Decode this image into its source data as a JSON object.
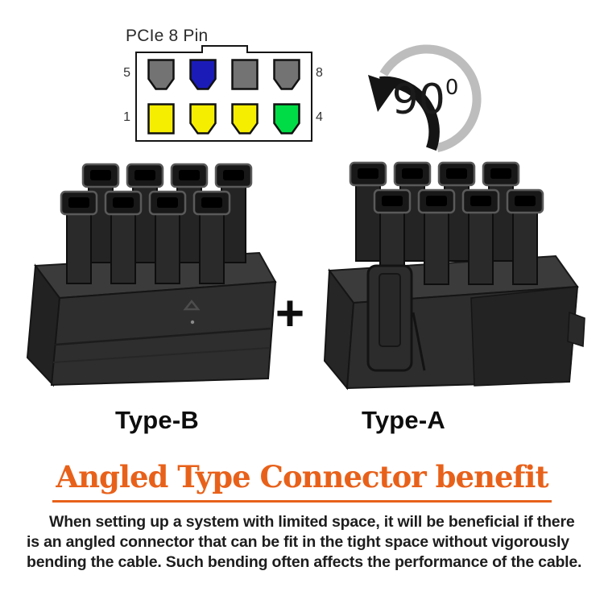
{
  "pin_diagram": {
    "title": "PCIe 8 Pin",
    "rows": [
      {
        "left_label": "5",
        "right_label": "8",
        "pins": [
          {
            "color": "#737373",
            "shape": "chamfer"
          },
          {
            "color": "#1b1cb8",
            "shape": "chamfer"
          },
          {
            "color": "#737373",
            "shape": "square"
          },
          {
            "color": "#737373",
            "shape": "chamfer"
          }
        ]
      },
      {
        "left_label": "1",
        "right_label": "4",
        "pins": [
          {
            "color": "#f6ee00",
            "shape": "square"
          },
          {
            "color": "#f6ee00",
            "shape": "chamfer"
          },
          {
            "color": "#f6ee00",
            "shape": "chamfer"
          },
          {
            "color": "#00dc45",
            "shape": "chamfer"
          }
        ]
      }
    ]
  },
  "rotation_badge": {
    "value": "90",
    "superscript": "0",
    "arc_gray": "#bdbdbd",
    "arc_black": "#141414"
  },
  "connectors": {
    "left_label": "Type-B",
    "right_label": "Type-A",
    "separator": "+"
  },
  "heading": {
    "text": "Angled Type Connector benefit",
    "color": "#e8611a"
  },
  "paragraph": {
    "lines": [
      "When setting up a system with limited space, it will be beneficial if there",
      "is an angled connector that can be fit in the tight space without vigorously",
      "bending the cable. Such bending often affects the performance of the cable."
    ]
  },
  "colors": {
    "heading_orange": "#e8611a",
    "body_text": "#1d1d1d",
    "pin_gray": "#737373",
    "pin_blue": "#1b1cb8",
    "pin_yellow": "#f6ee00",
    "pin_green": "#00dc45",
    "connector_body": "#2e2e2e"
  }
}
